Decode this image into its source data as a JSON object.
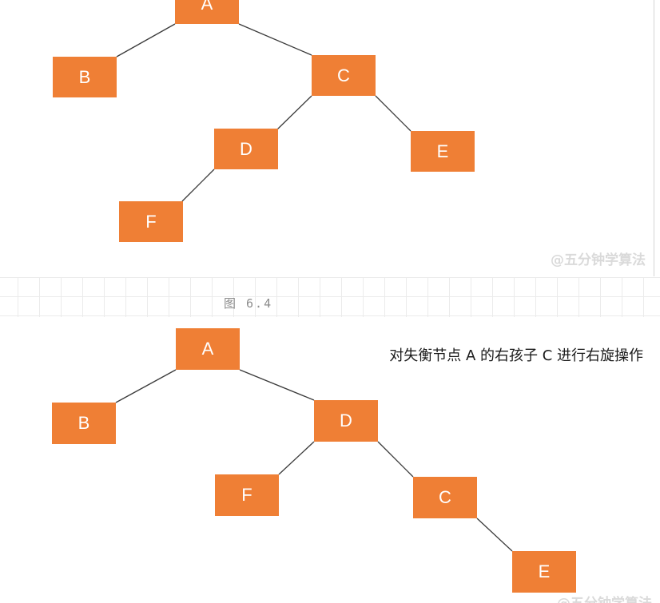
{
  "top_tree": {
    "nodes": {
      "a": "A",
      "b": "B",
      "c": "C",
      "d": "D",
      "e": "E",
      "f": "F"
    },
    "watermark": "@五分钟学算法"
  },
  "caption": "图 6.4",
  "bottom_tree": {
    "annotation": "对失衡节点 A 的右孩子 C 进行右旋操作",
    "nodes": {
      "a": "A",
      "b": "B",
      "c": "C",
      "d": "D",
      "e": "E",
      "f": "F"
    },
    "watermark": "@五分钟学算法"
  },
  "colors": {
    "node_fill": "#EF7F35",
    "node_text": "#ffffff",
    "edge": "#3a3a3a",
    "watermark": "#dadada",
    "caption": "#8c8c8c",
    "annotation": "#1a1a1a",
    "grid": "#ebebeb"
  }
}
